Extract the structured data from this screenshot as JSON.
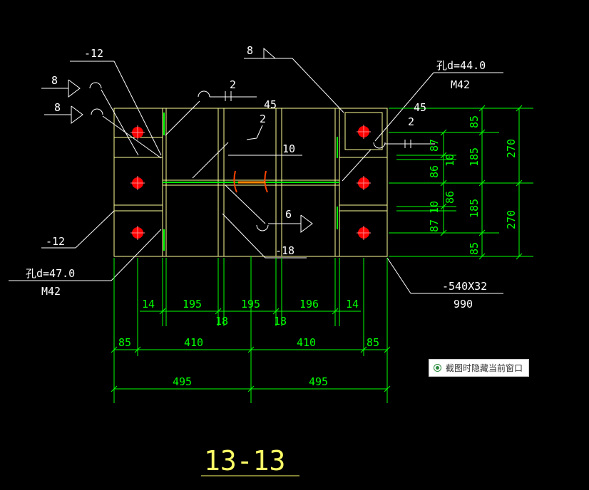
{
  "drawing": {
    "title": "13-13",
    "colors": {
      "background": "#000000",
      "outline": "#ffff99",
      "dimension": "#00ff00",
      "leader": "#ffffff",
      "bolt": "#ff0000",
      "weld": "#ff8800",
      "title": "#ffff66"
    },
    "labels": {
      "top_plate_thk": "-12",
      "bottom_plate_thk": "-12",
      "weld_8_a": "8",
      "weld_8_b": "8",
      "weld_8_flag": "8",
      "weld_2_top": "2",
      "angle_45_left": "45",
      "weld_2_mid": "2",
      "stiffener_10": "10",
      "hole_top": "孔d=44.0",
      "bolt_top": "M42",
      "angle_45_right": "45",
      "weld_2_right": "2",
      "weld_6": "6",
      "plate_18": "-18",
      "hole_bottom": "孔d=47.0",
      "bolt_bottom": "M42",
      "plate_spec": "-540X32",
      "plate_length": "990"
    },
    "dims_h_row1": [
      "14",
      "195",
      "18",
      "195",
      "18",
      "196",
      "14"
    ],
    "dims_h_row2": [
      "85",
      "410",
      "410",
      "85"
    ],
    "dims_h_row3": [
      "495",
      "495"
    ],
    "dims_v_col1": [
      "87",
      "10",
      "86",
      "86",
      "10",
      "87"
    ],
    "dims_v_col2": [
      "85",
      "185",
      "185",
      "85"
    ],
    "dims_v_col3": [
      "270",
      "270"
    ]
  },
  "overlay": {
    "label": "截图时隐藏当前窗口",
    "icon": "radio-checked-icon"
  }
}
